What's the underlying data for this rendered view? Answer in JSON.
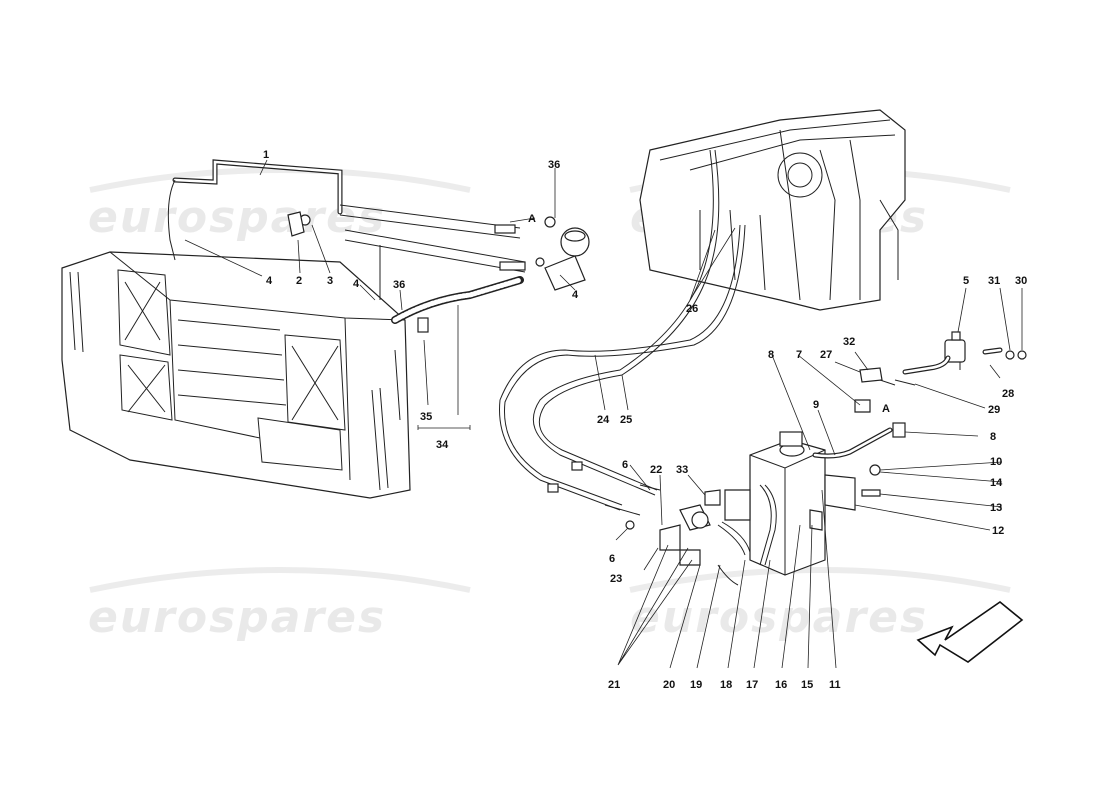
{
  "watermark": {
    "text": "eurospares",
    "instances": [
      {
        "id": "top-left"
      },
      {
        "id": "top-right"
      },
      {
        "id": "bottom-left"
      },
      {
        "id": "bottom-right"
      }
    ]
  },
  "callouts": [
    {
      "id": "c1",
      "label": "1"
    },
    {
      "id": "c2",
      "label": "2"
    },
    {
      "id": "c3",
      "label": "3"
    },
    {
      "id": "c4a",
      "label": "4"
    },
    {
      "id": "c4b",
      "label": "4"
    },
    {
      "id": "c4c",
      "label": "4"
    },
    {
      "id": "c36a",
      "label": "36"
    },
    {
      "id": "c36b",
      "label": "36"
    },
    {
      "id": "cA1",
      "label": "A"
    },
    {
      "id": "c35",
      "label": "35"
    },
    {
      "id": "c34",
      "label": "34"
    },
    {
      "id": "c26",
      "label": "26"
    },
    {
      "id": "c24",
      "label": "24"
    },
    {
      "id": "c25",
      "label": "25"
    },
    {
      "id": "c5",
      "label": "5"
    },
    {
      "id": "c31",
      "label": "31"
    },
    {
      "id": "c30",
      "label": "30"
    },
    {
      "id": "c32",
      "label": "32"
    },
    {
      "id": "c27",
      "label": "27"
    },
    {
      "id": "c28",
      "label": "28"
    },
    {
      "id": "c29",
      "label": "29"
    },
    {
      "id": "cA2",
      "label": "A"
    },
    {
      "id": "c7",
      "label": "7"
    },
    {
      "id": "c8a",
      "label": "8"
    },
    {
      "id": "c8b",
      "label": "8"
    },
    {
      "id": "c9",
      "label": "9"
    },
    {
      "id": "c10",
      "label": "10"
    },
    {
      "id": "c14",
      "label": "14"
    },
    {
      "id": "c13",
      "label": "13"
    },
    {
      "id": "c12",
      "label": "12"
    },
    {
      "id": "c6a",
      "label": "6"
    },
    {
      "id": "c6b",
      "label": "6"
    },
    {
      "id": "c22",
      "label": "22"
    },
    {
      "id": "c33",
      "label": "33"
    },
    {
      "id": "c23",
      "label": "23"
    },
    {
      "id": "c21",
      "label": "21"
    },
    {
      "id": "c20",
      "label": "20"
    },
    {
      "id": "c19",
      "label": "19"
    },
    {
      "id": "c18",
      "label": "18"
    },
    {
      "id": "c17",
      "label": "17"
    },
    {
      "id": "c16",
      "label": "16"
    },
    {
      "id": "c15",
      "label": "15"
    },
    {
      "id": "c11",
      "label": "11"
    }
  ],
  "icons": {
    "direction_arrow": "arrow-down-left-icon"
  }
}
